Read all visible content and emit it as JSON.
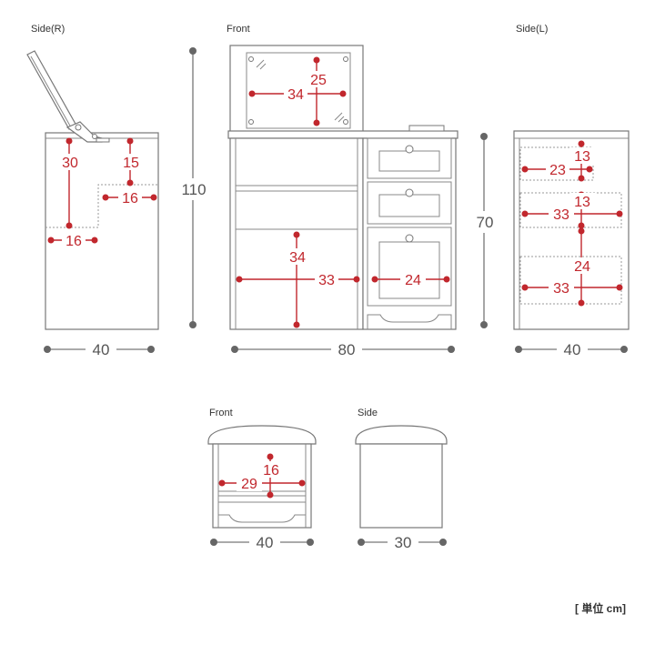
{
  "views": {
    "side_r": "Side(R)",
    "front": "Front",
    "side_l": "Side(L)",
    "stool_front": "Front",
    "stool_side": "Side"
  },
  "overall": {
    "height": "110",
    "height_cabinet": "70",
    "side_r_width": "40",
    "front_width": "80",
    "side_l_width": "40",
    "stool_width": "40",
    "stool_depth": "30"
  },
  "inner": {
    "mirror_height": "25",
    "mirror_width": "34",
    "side_r_compartment_depth": "30",
    "side_r_compartment_width": "16",
    "side_r_shelf_depth": "15",
    "side_r_shelf_width": "16",
    "knee_space_height": "34",
    "knee_space_width": "33",
    "drawer_width": "24",
    "drawer1_height": "13",
    "drawer1_depth": "23",
    "drawer2_height": "13",
    "drawer2_depth": "33",
    "drawer3_height": "24",
    "drawer3_depth": "33",
    "stool_storage_height": "16",
    "stool_storage_width": "29"
  },
  "unit_note": "[ 単位 cm]",
  "colors": {
    "dimension_red": "#c1272d",
    "outline_gray": "#777777"
  }
}
